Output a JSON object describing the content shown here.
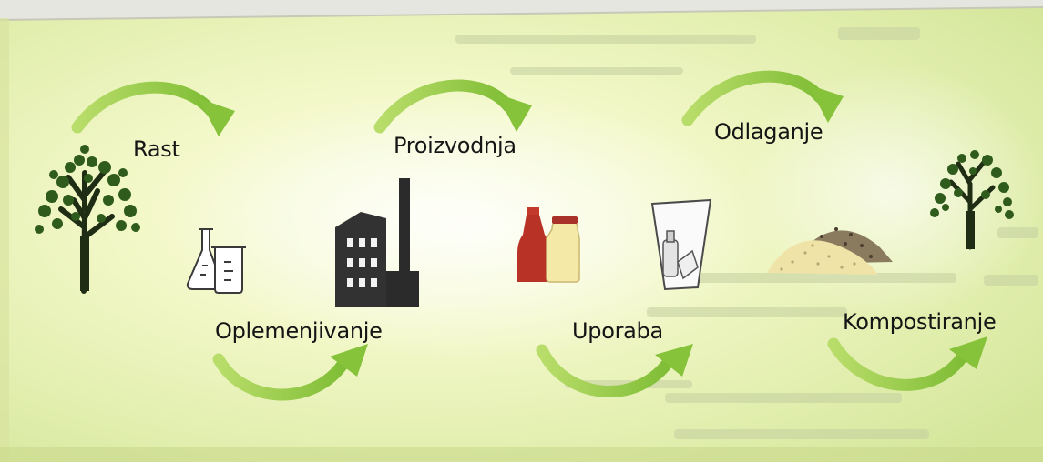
{
  "diagram": {
    "stages": {
      "growth": "Rast",
      "refinement": "Oplemenjivanje",
      "production": "Proizvodnja",
      "use": "Uporaba",
      "disposal": "Odlaganje",
      "composting": "Kompostiranje"
    },
    "colors": {
      "arrow_green": "#8cc63f",
      "tree_dark": "#1e3a12",
      "factory_dark": "#2a2a2a",
      "background_green": "#eef6bd"
    },
    "icons": [
      "tree-icon",
      "lab-glassware-icon",
      "factory-icon",
      "bottles-icon",
      "trash-bin-icon",
      "compost-pile-icon",
      "tree-icon"
    ]
  }
}
